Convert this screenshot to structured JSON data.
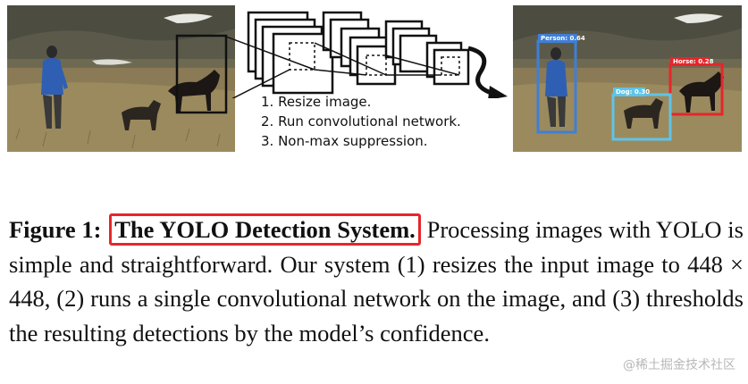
{
  "figure": {
    "steps": [
      "1. Resize image.",
      "2. Run convolutional network.",
      "3. Non-max suppression."
    ],
    "detections": [
      {
        "label": "Person: 0.64",
        "color": "#3f7fd6"
      },
      {
        "label": "Horse: 0.28",
        "color": "#e5262a"
      },
      {
        "label": "Dog: 0.30",
        "color": "#5fc4e8"
      }
    ]
  },
  "caption": {
    "label": "Figure 1:",
    "highlighted_title": "The YOLO Detection System.",
    "body": " Processing images with YOLO is simple and straightforward. Our system (1) resizes the input image to 448 × 448, (2) runs a single convolutional network on the image, and (3) thresholds the resulting detections by the model’s confidence."
  },
  "watermark": "@稀土掘金技术社区",
  "colors": {
    "highlight_border": "#e5262a"
  }
}
